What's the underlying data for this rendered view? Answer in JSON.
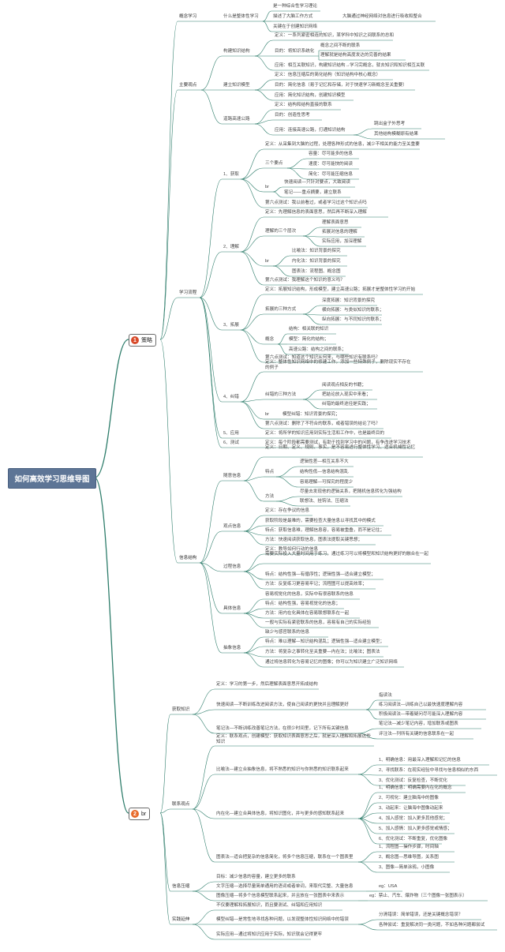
{
  "root": {
    "label": "如何高效学习思维导图"
  },
  "branches": {
    "strategy": {
      "number": "1",
      "label": "策略",
      "badge_color": "#d84a2a"
    },
    "br": {
      "number": "2",
      "label": "br",
      "badge_color": "#e86a2a"
    }
  },
  "strategy": {
    "concept": {
      "title": "概念学习",
      "what": "什么是整体性学习",
      "what_items": [
        "是一种综合性学习理论",
        "描述了大脑工作方式",
        "关键在于创建知识网络"
      ],
      "brain_note": "大脑通过神经网络对信息进行吸收和整合"
    },
    "main": {
      "title": "主要观点",
      "build": {
        "title": "构建知识结构",
        "def": "定义：一系列紧密相连的知识，某学科中知识之间联系的总和",
        "goal": "目的：将知识系统化",
        "goal_subs": [
          "概念之间不断的联系",
          "理解就是结构高度发达的完善的结果"
        ],
        "apply": "应用：相互关联知识，构建知识结构→学习完概念，就去知识和知识相互关联"
      },
      "model": {
        "title": "建立知识模型",
        "items": [
          "定义：信息压缩后的简化结构（知识结构中核心概念）",
          "目的：简化信息（易于记忆和存储，对于快速学习新概念至关重要）",
          "应用：简化知识结构，创建知识模型"
        ]
      },
      "highway": {
        "title": "道路高速公路",
        "items": [
          "定义：结构和结构直接的联系",
          "目的：创造性思考"
        ],
        "apply": "应用：连接高速公路，打通知识结构",
        "apply_subs": [
          "跳出盒子外思考",
          "其他结构模糊原有结果"
        ]
      }
    },
    "process": {
      "title": "学习流程",
      "acquire": {
        "title": "1、获取",
        "def": "定义：从采集到大脑的过程，处理各种形式的信息，减少不相关的能力至关重要",
        "three": "三个要点",
        "three_subs": [
          "容量：尽可能多的信息",
          "速度：尽可能快的阅读",
          "简化：尽可能压缩信息"
        ],
        "br": "br",
        "br_subs": [
          "快速阅读—只针对要点，大致阅读",
          "笔记——重点摘要，建立联系"
        ],
        "test": "第六点测试：我以前看过，或者学习过这个知识点吗"
      },
      "understand": {
        "title": "2、理解",
        "def": "定义：先理解信息的表面意思，然后再不断深入理解",
        "levels": "理解的三个层次",
        "levels_subs": [
          "理解表面意思",
          "拓展对信息的理解",
          "实际应用，加深理解"
        ],
        "br": "br",
        "br_subs": [
          "比喻法：知识背景的探究",
          "内化法：知识背景的探究",
          "图表法：流程图、概念图"
        ],
        "test": "第六点测试：我理解这个知识的意义吗？"
      },
      "expand": {
        "title": "3、拓展",
        "def": "定义：拓展知识结构，形成模型，建立高速公路；拓展才是整体性学习的开始",
        "kinds": "拓展的三种方式",
        "kinds_subs": [
          "深度拓展：知识背景的探究",
          "横向拓展：与类似知识的联系；",
          "纵向拓展：与不同知识的联系；"
        ],
        "concept": "概念",
        "concept_subs": [
          "结构：相关联的知识",
          "模型：简化的结构；",
          "高速公路：结构之间的联系；"
        ],
        "test": "第六点测试：知道这个知识从何来，与哪些知识有联系吗？"
      },
      "correct": {
        "title": "4、纠错",
        "def": "定义：整体性知识网络中的修建工作。添加一些特殊例子，删除现实不存在的例子",
        "methods": "纠错的三种方法",
        "methods_subs": [
          "阅读观点相反的书籍；",
          "把結论放入现实中来看；",
          "纠错的最终途径是实践；"
        ],
        "br": "br",
        "br_sub": "模型纠错：知识背景的探究；",
        "test": "第六点测试：删除了不符合的联系，或者错误的结论了吗？"
      },
      "apply": {
        "title": "5、应用",
        "def": "定义：将所学的知识应用到实际生活和工作中，也是最终目的"
      },
      "test": {
        "title": "6、测试",
        "def": "定义：每个阶段都需要测试，有助于找到学习中的问题，有争改进学习技术"
      }
    },
    "info": {
      "title": "信息结构",
      "random": {
        "title": "随意信息",
        "def": "定义：日期、定义、规则、事实，是不容易进行整体性学习、适合机械性记忆",
        "feature": "特点",
        "feature_subs": [
          "逻辑性差—相互关系不大",
          "结构性低—信息结构混乱",
          "容易理解—可探究的程度少"
        ],
        "method": "方法",
        "method_subs": [
          "尽量去发现他的逻辑关系，把随机信息转化为强结构",
          "联想法、挂钩法、压缩法"
        ]
      },
      "observe": {
        "title": "观点信息",
        "items": [
          "定义：存在争议的信息",
          "获取阶段是最难的，需要检查大量信息以寻找其中的模式",
          "特点：获取信息难，理解信息容，容易被重叠，而不是记住；",
          "方法：快速阅读获取信息，图表法提取关键思想；"
        ]
      },
      "process_info": {
        "title": "过程信息",
        "items": [
          "定义：教导如何行动的信息",
          "需要实际投入大量时间用于练习，通过练习可以将模型和知识结构更好的融合在一起",
          "特点：结构性强—有循序性；逻辑性强—适合建立模型；",
          "方法：反复练习更容易牢记；流程图可以提高效率；"
        ]
      },
      "concrete": {
        "title": "具体信息",
        "items": [
          "容易视觉化的信息，实际中有很容联系的信息",
          "特点：结构性强，容易视觉化的信息；",
          "方法：用内在化具体在容易联想联系在一起",
          "一般与实际有紧密联系的信息，容易有自己的实际经验"
        ]
      },
      "abstract": {
        "title": "抽象信息",
        "items": [
          "缺少与感官联系的信息",
          "特点：难以理解—知识结构混乱；逻辑性强—适合建立模型；",
          "方法：将复杂之事转化至关重要—内在法；比喻法；图表法",
          "通过将信息转化为容易记忆的图像；你可以为知识建立广泛知识网络"
        ]
      }
    }
  },
  "br_branch": {
    "acquire": {
      "title": "获取知识",
      "def": "定义：学习的第一步，然后理解表面意思开拓成结构",
      "fast": "快速阅读—不断训练改进阅读方法，使自己阅读的更快并且理解更好",
      "fast_subs": [
        "指读法",
        "练习阅读法—训练自己以最快速度理解内容",
        "积极阅读法—带着疑问尽可能深入理解内容"
      ],
      "notes": "笔记法—不断训练改善笔记方法，在很少时间里，记下所有关键信息",
      "notes_subs": [
        "笔记法—减少笔记内容，增加联系或图表",
        "评注法—列所有关键的信息联系在一起"
      ]
    },
    "link": {
      "title": "联系观点",
      "def": "定义：联系观点，创建模型：获取知识表面意思之后，就是深入理解和拓展这些知识",
      "metaphor": "比喻法—建立合抽象信息，将不熟悉的知识与你熟悉的知识联系起来",
      "metaphor_subs": [
        "1、明确信息：用最深入理解和记忆的信息",
        "2、寻找联系：在现实经验中寻找与信息相似的东西",
        "3、优化测试：反复检查，不断优化"
      ],
      "internal": "内在化—建立合具体信息，将知识图化，并与更多的感知联系起来",
      "internal_subs": [
        "1、明确信息：明确需要内在化的概念",
        "2、可视化：建立脑海中的图像",
        "3、动起来：让脑海中图像动起来",
        "4、加入感觉：加入更多其他感觉；",
        "5、加入感情：加入更多感觉或情感；",
        "6、优化测试：不断重复，优化图像"
      ],
      "chart": "图表法—适合把复杂的信息简化，将多个信息压缩，联系在一个图表里",
      "chart_subs": [
        "1、流程图—操作步骤，时间轴",
        "2、概念图—思维导图，关系图",
        "3、图像—简单涂鸦，小图像"
      ]
    },
    "compress": {
      "title": "信息压缩",
      "goal": "目标：减少信息的容量，建立更多的联系",
      "text": "文字压缩—选择尽量简单通用的语词或者单词，来取代完整、大量信息",
      "text_eg": "eg：USA",
      "image": "图像压缩—将多个信息模型联系起来，并且放在一张图表中来表示",
      "image_eg": "eg：禁止、汽车、爆炸物（三个图像一张图表示）"
    },
    "practice": {
      "title": "实践延伸",
      "item1": "不仅要理解和拓展知识，而且要测试、纠错和应用知识",
      "model": "模型纠错—是常性地寻找各种问题，以发现整体性知识网络中的错误",
      "model_subs": [
        "分清错误：简单错误，还是关键概念错误？",
        "各种尝试：重复解决同一类问题，不如各种问题都尝试"
      ],
      "apply": "实际应用—通过将知识应用于实际，知识就会记得更牢"
    }
  }
}
